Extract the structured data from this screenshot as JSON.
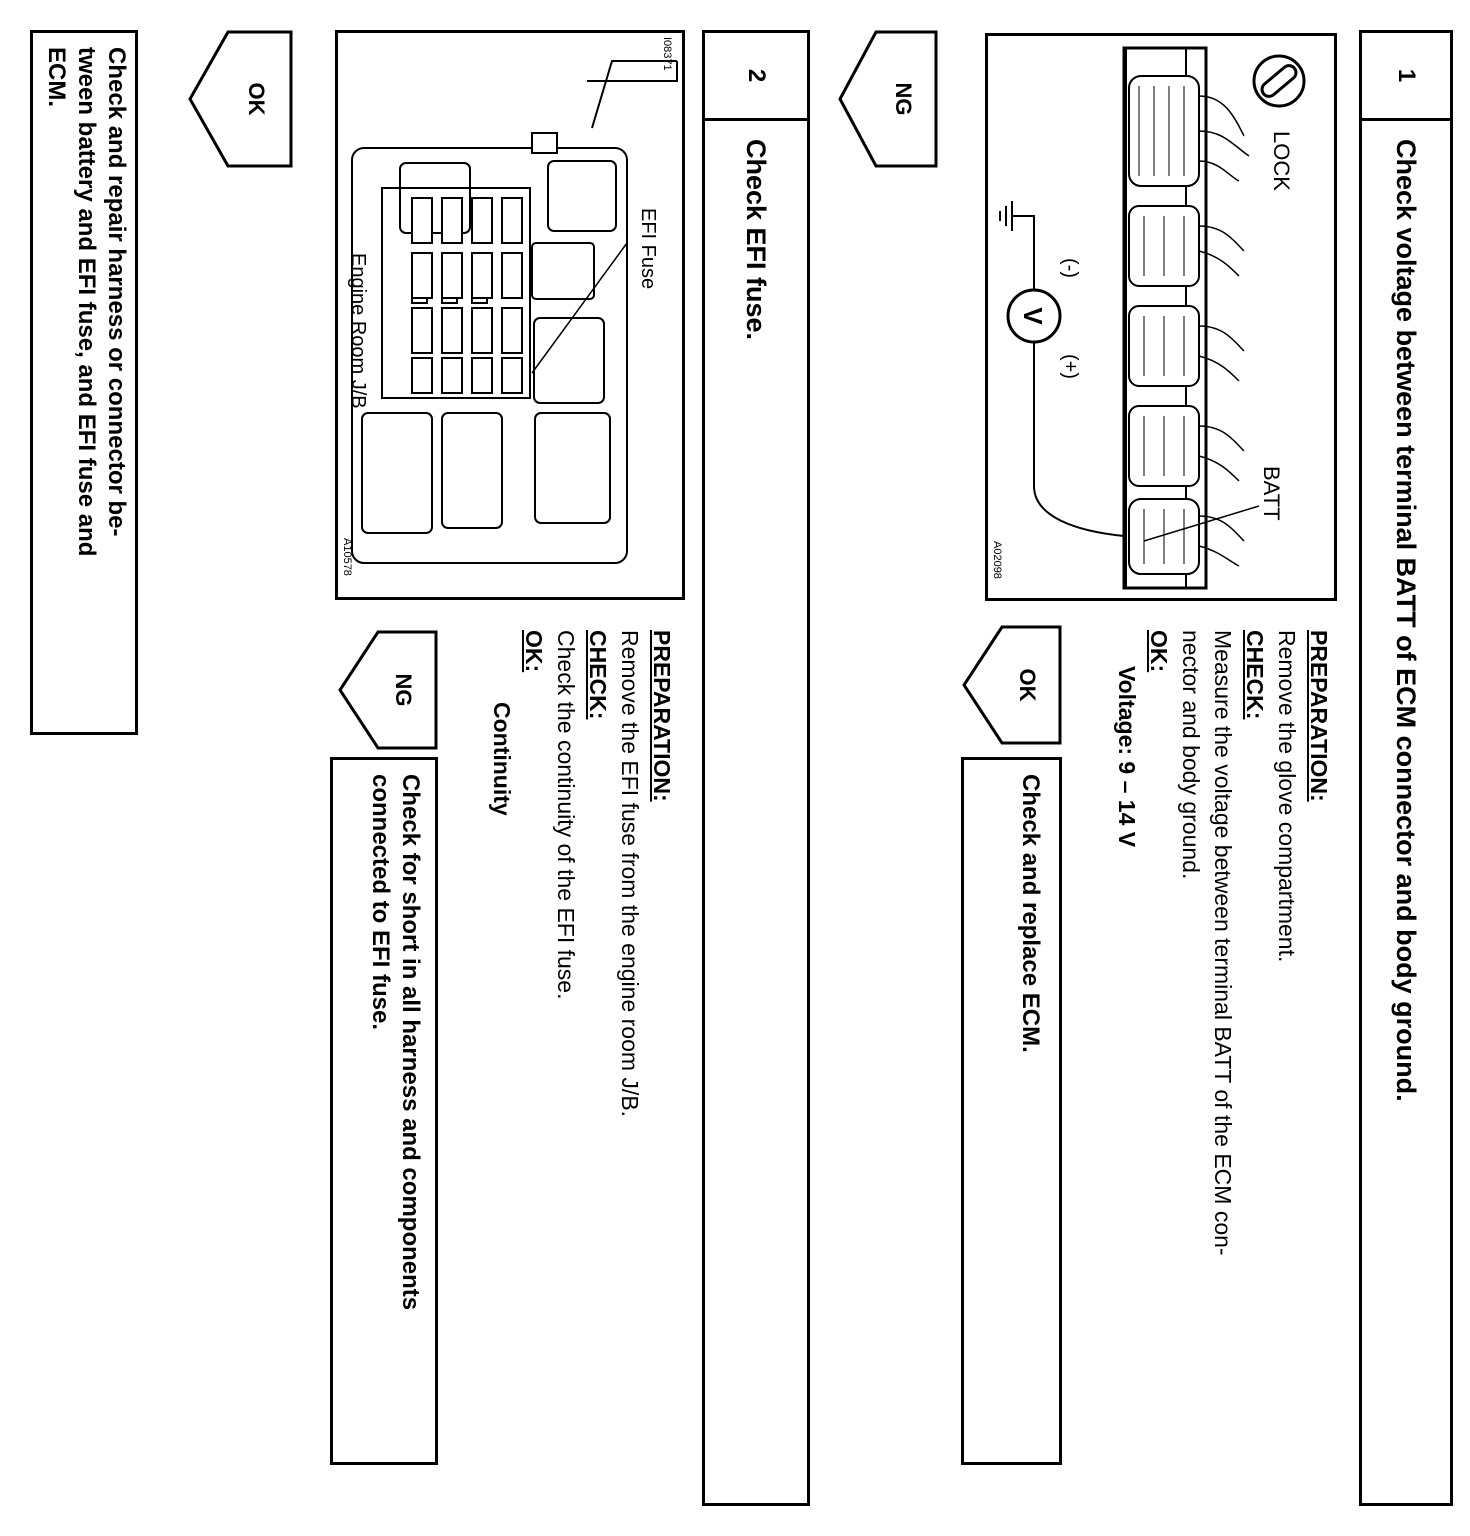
{
  "step1": {
    "number": "1",
    "title": "Check voltage between terminal BATT of ECM connector and body ground.",
    "figure": {
      "label_lock": "LOCK",
      "label_batt": "BATT",
      "label_minus": "(-)",
      "label_plus": "(+)",
      "label_v": "V",
      "code": "A02098"
    },
    "preparation_label": "PREPARATION:",
    "preparation_text": "Remove the glove compartment.",
    "check_label": "CHECK:",
    "check_text_1": "Measure the voltage between terminal BATT of the ECM con-",
    "check_text_2": "nector and body ground.",
    "ok_label": "OK:",
    "ok_value": "Voltage: 9 – 14 V"
  },
  "branch_ok_1": {
    "label": "OK",
    "result": "Check and replace ECM."
  },
  "branch_ng_1": {
    "label": "NG"
  },
  "step2": {
    "number": "2",
    "title": "Check EFI fuse.",
    "figure": {
      "label_fuse": "EFI Fuse",
      "label_jb": "Engine Room J/B",
      "code_a": "I08371",
      "code_b": "A10578"
    },
    "preparation_label": "PREPARATION:",
    "preparation_text": "Remove the EFI fuse from the engine room J/B.",
    "check_label": "CHECK:",
    "check_text": "Check the continuity of the EFI fuse.",
    "ok_label": "OK:",
    "ok_value": "Continuity"
  },
  "branch_ng_2": {
    "label": "NG",
    "result_1": "Check for short in all harness and components",
    "result_2": "connected to EFI fuse."
  },
  "branch_ok_2": {
    "label": "OK",
    "result_1": "Check and repair harness or connector be-",
    "result_2": "tween battery and EFI fuse, and EFI fuse and",
    "result_3": "ECM."
  }
}
